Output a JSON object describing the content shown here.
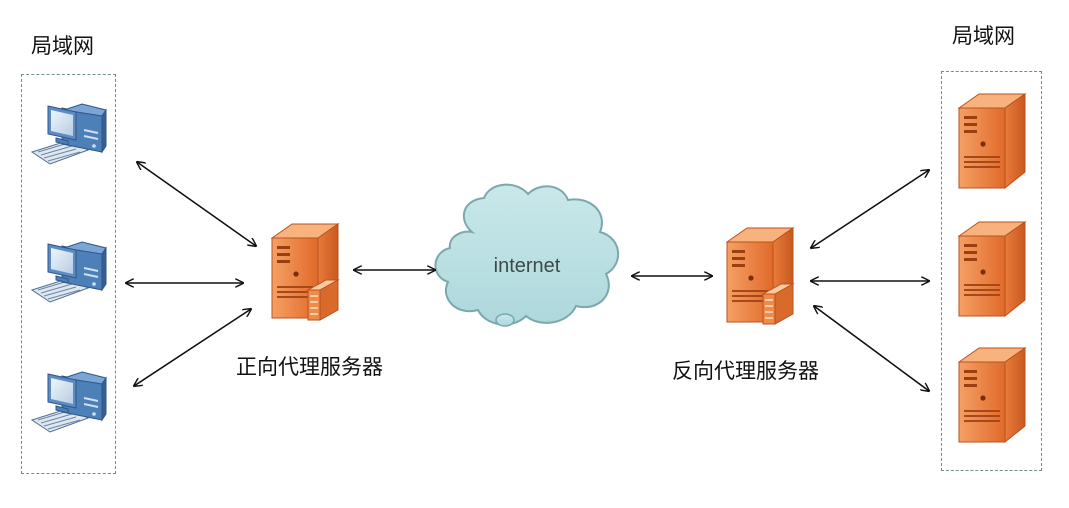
{
  "labels": {
    "lan_left": "局域网",
    "lan_right": "局域网",
    "forward_proxy": "正向代理服务器",
    "reverse_proxy": "反向代理服务器",
    "cloud": "internet"
  },
  "colors": {
    "server_orange": "#e8793a",
    "server_light": "#f7b27d",
    "server_dark": "#b9531f",
    "cloud_fill": "#bfe2e5",
    "cloud_stroke": "#7aa8ad",
    "pc_blue": "#4d7fb8",
    "zone_border": "#6f8f8f",
    "arrow": "#111111"
  },
  "icons": {
    "client": "desktop-computer-icon",
    "proxy": "proxy-server-icon",
    "server": "server-tower-icon",
    "internet": "cloud-icon"
  }
}
